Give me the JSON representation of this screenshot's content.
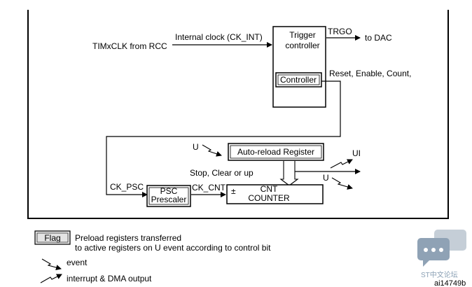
{
  "diagram": {
    "inputs": {
      "timx_clk": "TIMxCLK from RCC",
      "internal_clock": "Internal clock (CK_INT)",
      "ck_psc": "CK_PSC",
      "ck_cnt": "CK_CNT",
      "u_event_in": "U"
    },
    "blocks": {
      "trigger_controller": [
        "Trigger",
        "controller"
      ],
      "controller": "Controller",
      "auto_reload": "Auto-reload Register",
      "psc": [
        "PSC",
        "Prescaler"
      ],
      "cnt_counter": [
        "CNT",
        "COUNTER"
      ],
      "plus_minus": "±"
    },
    "signals": {
      "trgo": "TRGO",
      "to_dac": "to DAC",
      "reset_enable_count": "Reset, Enable, Count,",
      "stop_clear_up": "Stop, Clear or up",
      "ui": "UI",
      "u_out": "U"
    },
    "legend": {
      "flag_label": "Flag",
      "flag_desc_1": "Preload registers transferred",
      "flag_desc_2": "to active registers on U event according to control bit",
      "event": "event",
      "interrupt_dma": "interrupt & DMA output"
    }
  },
  "watermark": {
    "brand": "ST中文论坛",
    "id": "ai14749b"
  }
}
